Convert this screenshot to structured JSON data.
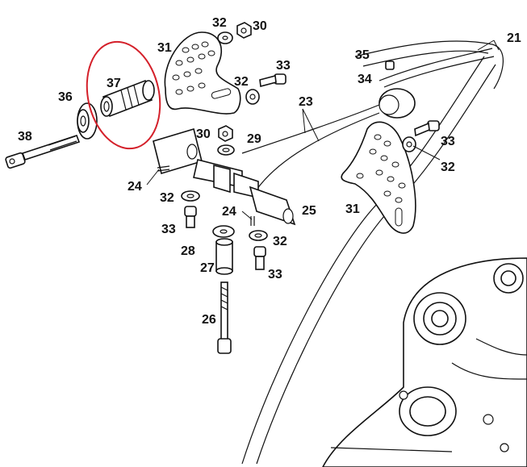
{
  "diagram": {
    "highlight_color": "#d4202a",
    "highlighted_part": "37",
    "labels": [
      {
        "id": "l21",
        "text": "21"
      },
      {
        "id": "l23",
        "text": "23"
      },
      {
        "id": "l24a",
        "text": "24"
      },
      {
        "id": "l24b",
        "text": "24"
      },
      {
        "id": "l25",
        "text": "25"
      },
      {
        "id": "l26",
        "text": "26"
      },
      {
        "id": "l27",
        "text": "27"
      },
      {
        "id": "l28",
        "text": "28"
      },
      {
        "id": "l29",
        "text": "29"
      },
      {
        "id": "l30a",
        "text": "30"
      },
      {
        "id": "l30b",
        "text": "30"
      },
      {
        "id": "l31a",
        "text": "31"
      },
      {
        "id": "l31b",
        "text": "31"
      },
      {
        "id": "l32a",
        "text": "32"
      },
      {
        "id": "l32b",
        "text": "32"
      },
      {
        "id": "l32c",
        "text": "32"
      },
      {
        "id": "l32d",
        "text": "32"
      },
      {
        "id": "l32e",
        "text": "32"
      },
      {
        "id": "l33a",
        "text": "33"
      },
      {
        "id": "l33b",
        "text": "33"
      },
      {
        "id": "l33c",
        "text": "33"
      },
      {
        "id": "l33d",
        "text": "33"
      },
      {
        "id": "l34",
        "text": "34"
      },
      {
        "id": "l35",
        "text": "35"
      },
      {
        "id": "l36",
        "text": "36"
      },
      {
        "id": "l37",
        "text": "37"
      },
      {
        "id": "l38",
        "text": "38"
      }
    ]
  }
}
